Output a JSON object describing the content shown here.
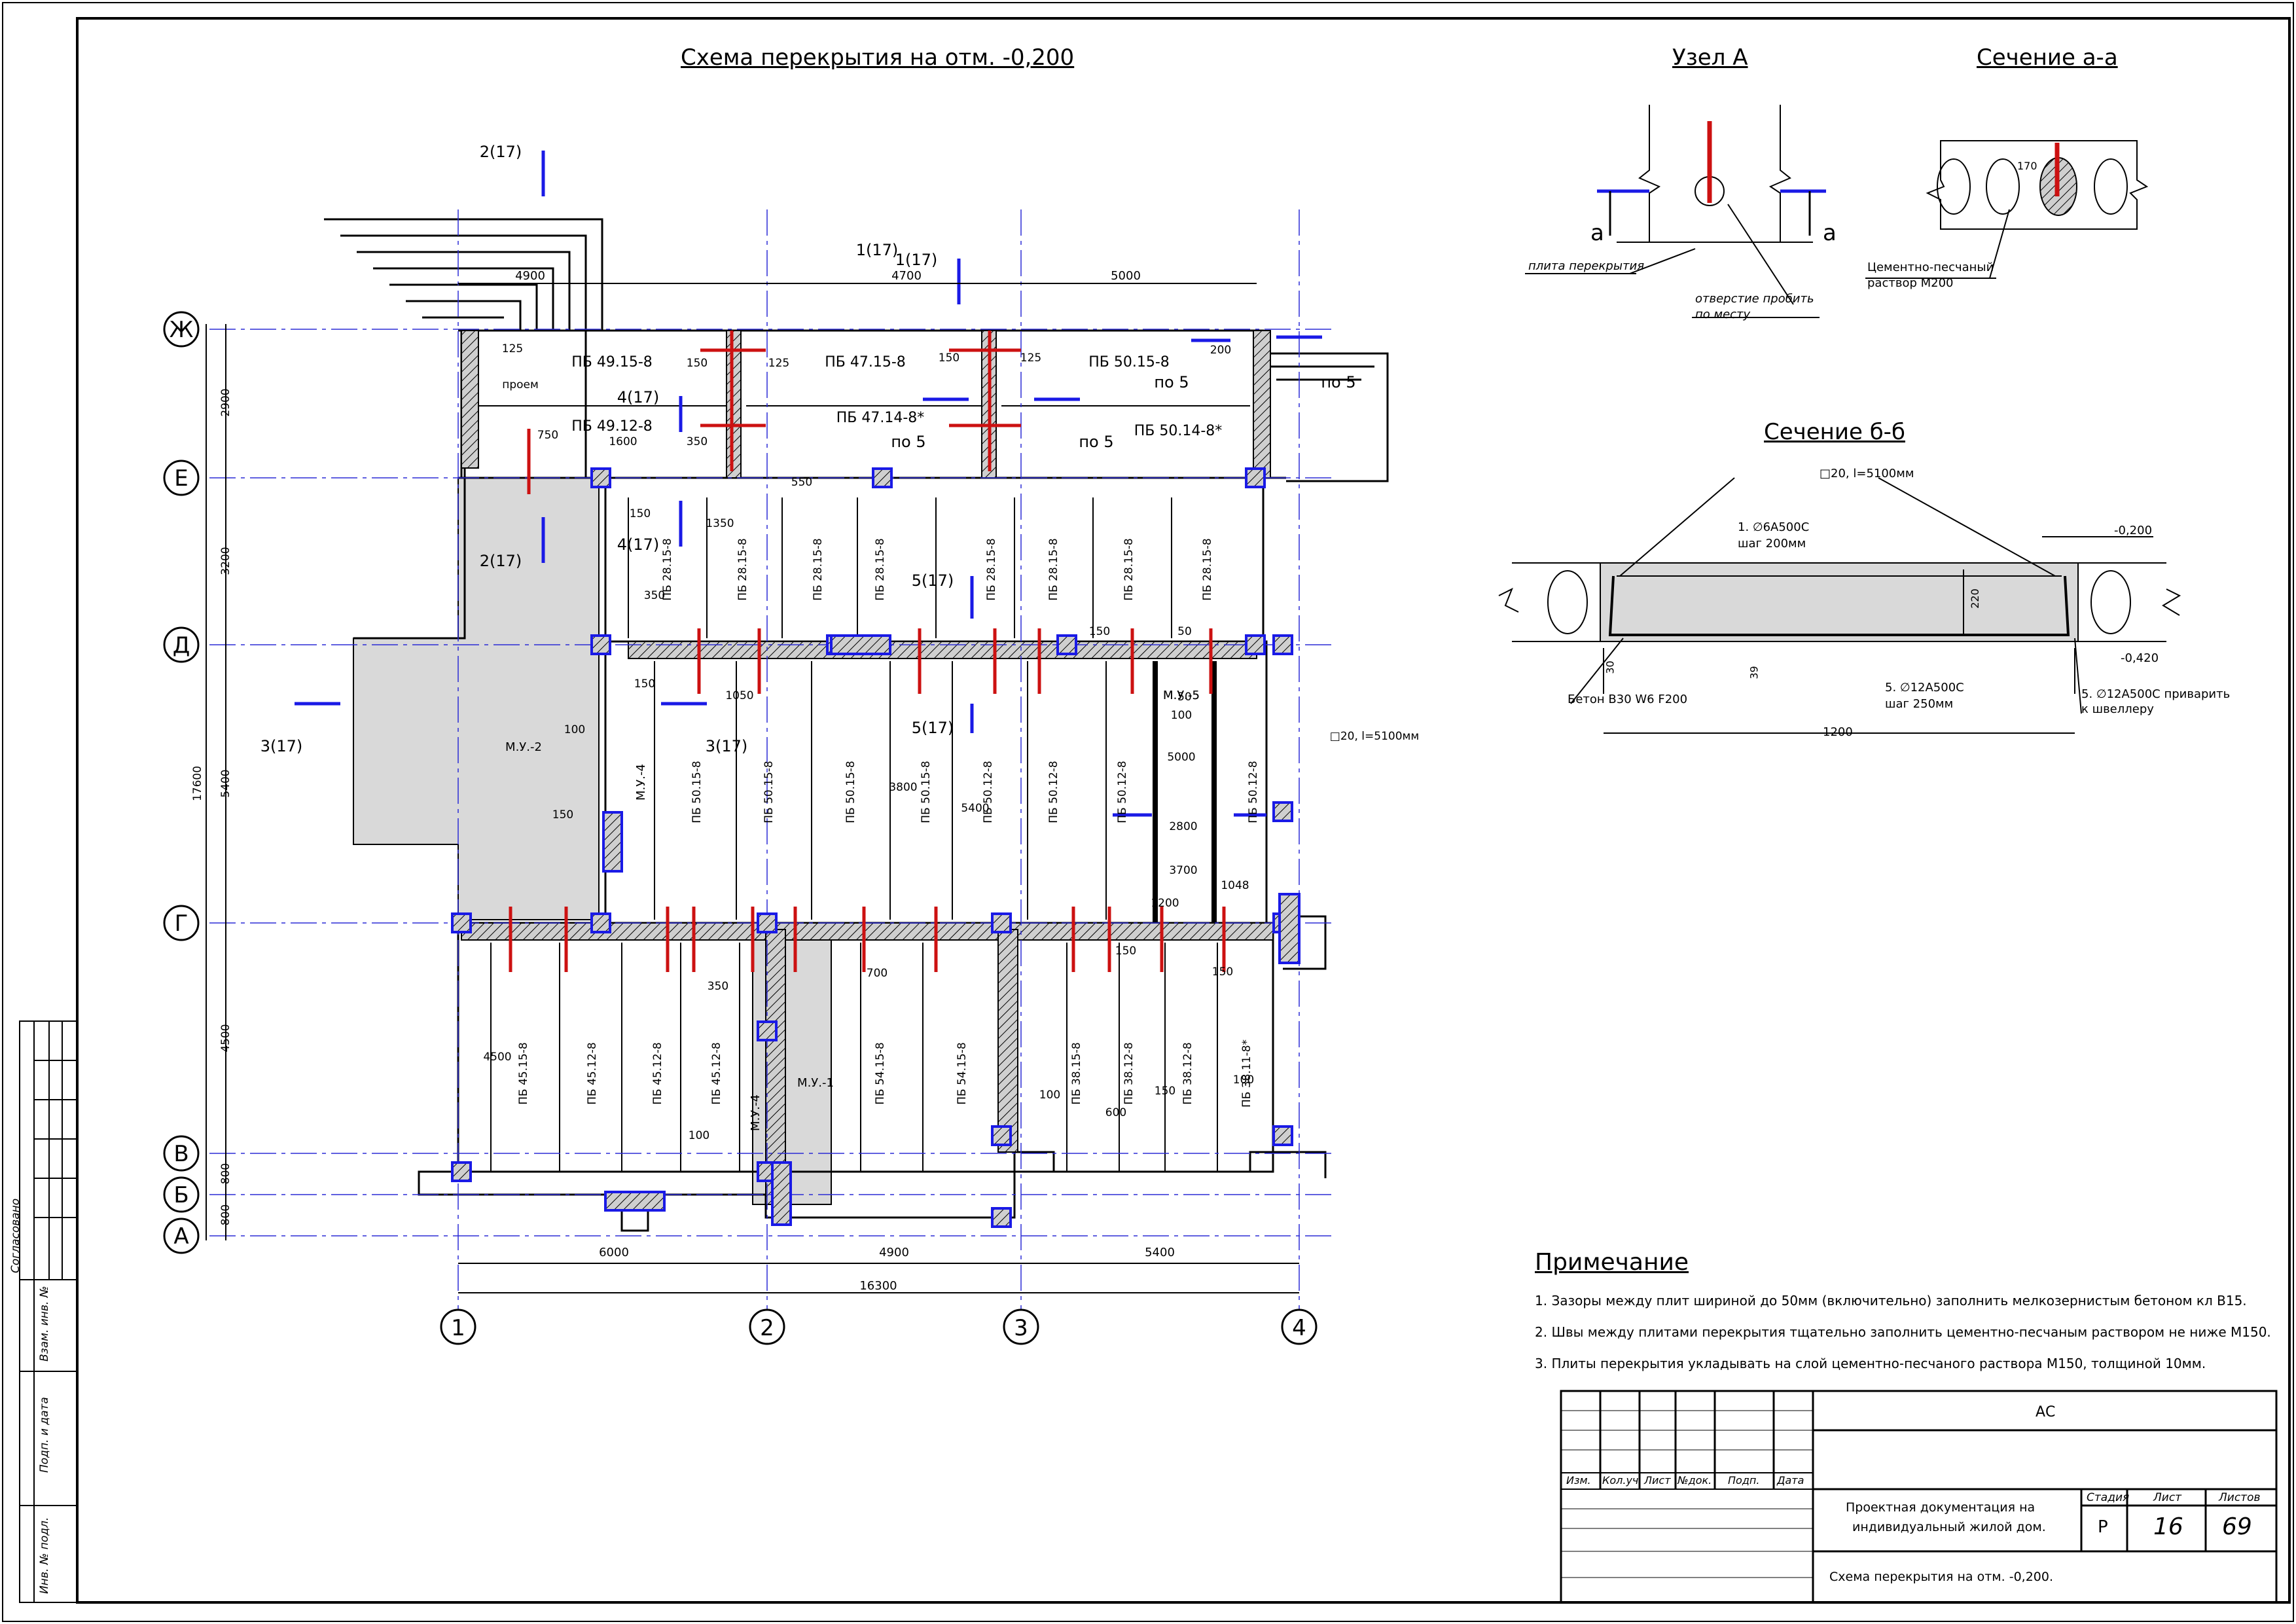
{
  "titles": {
    "main": "Схема перекрытия на отм. -0,200",
    "node_a": "Узел А",
    "section_aa": "Сечение а-а",
    "section_bb": "Сечение б-б"
  },
  "axes": {
    "rows": [
      "Ж",
      "Е",
      "Д",
      "Г",
      "В",
      "Б",
      "А"
    ],
    "cols": [
      "1",
      "2",
      "3",
      "4"
    ]
  },
  "dims": {
    "top": [
      "4900",
      "4700",
      "5000"
    ],
    "bottom": [
      "6000",
      "4900",
      "5400"
    ],
    "bottom_total": "16300",
    "left": [
      "2900",
      "3200",
      "5400",
      "4500",
      "800",
      "800"
    ],
    "left_total": "17600"
  },
  "section_marks": [
    "2(17)",
    "2(17)",
    "1(17)",
    "4(17)",
    "4(17)",
    "3(17)",
    "3(17)",
    "5(17)",
    "5(17)",
    "1(17)"
  ],
  "slabs": {
    "row1": [
      "ПБ 49.15-8",
      "ПБ 47.15-8",
      "ПБ 50.15-8"
    ],
    "row1b": [
      "ПБ 49.12-8",
      "ПБ 47.14-8*",
      "ПБ 50.14-8*"
    ],
    "row2": [
      "ПБ 28.15-8",
      "ПБ 28.15-8",
      "ПБ 28.15-8",
      "ПБ 28.15-8",
      "ПБ 28.15-8",
      "ПБ 28.15-8",
      "ПБ 28.15-8",
      "ПБ 28.15-8"
    ],
    "row3": [
      "ПБ 50.15-8",
      "ПБ 50.15-8",
      "ПБ 50.15-8",
      "ПБ 50.15-8",
      "ПБ 50.12-8",
      "ПБ 50.12-8",
      "ПБ 50.12-8",
      "ПБ 50.12-8"
    ],
    "row4": [
      "ПБ 45.15-8",
      "ПБ 45.12-8",
      "ПБ 45.12-8",
      "ПБ 45.12-8",
      "ПБ 54.15-8",
      "ПБ 54.15-8",
      "ПБ 38.15-8",
      "ПБ 38.12-8",
      "ПБ 38.12-8",
      "ПБ 38.11-8*"
    ]
  },
  "labels": {
    "mu": [
      "М.У.-2",
      "М.У.-4",
      "М.У.-5",
      "М.У.-5",
      "М.У.-4",
      "М.У.-1"
    ],
    "opening": "проем",
    "po5": "по 5",
    "channel": "□20, l=5100мм",
    "small": [
      "125",
      "150",
      "125",
      "150",
      "125",
      "200",
      "750",
      "1600",
      "350",
      "550",
      "150",
      "100",
      "150",
      "1350",
      "350",
      "1050",
      "50",
      "5400",
      "3800",
      "150",
      "50",
      "100",
      "5000",
      "2800",
      "3700",
      "1200",
      "1048",
      "700",
      "600",
      "100",
      "150",
      "150",
      "150",
      "100",
      "4500",
      "100",
      "350",
      "150"
    ]
  },
  "node_a": {
    "slab": "плита перекрытия",
    "hole": "отверстие пробить по месту",
    "cut": "а"
  },
  "section_aa": {
    "mortar": "Цементно-песчаный раствор М200",
    "dim": "170"
  },
  "section_bb": {
    "top_label": "□20, l=5100мм",
    "rebar1": "1. ∅6А500С",
    "rebar1_step": "шаг 200мм",
    "rebar5": "5. ∅12А500С",
    "rebar5_step": "шаг 250мм",
    "rebar5_weld": "5. ∅12А500С приварить",
    "rebar5_weld2": "к швеллеру",
    "concrete": "Бетон В30 W6 F200",
    "lvl_top": "-0,200",
    "lvl_bot": "-0,420",
    "width": "1200",
    "height": "220",
    "d30": "30",
    "d39": "39"
  },
  "notes": {
    "heading": "Примечание",
    "items": [
      "1. Зазоры между плит шириной до 50мм (включительно) заполнить мелкозернистым бетоном кл В15.",
      "2. Швы между плитами перекрытия тщательно заполнить цементно-песчаным раствором не ниже М150.",
      "3. Плиты перекрытия укладывать на слой цементно-песчаного раствора М150, толщиной 10мм."
    ]
  },
  "stamp": {
    "code": "АС",
    "cols": [
      "Изм.",
      "Кол.уч.",
      "Лист",
      "№док.",
      "Подп.",
      "Дата"
    ],
    "project_line1": "Проектная документация на",
    "project_line2": "индивидуальный жилой дом.",
    "stage_h": "Стадия",
    "sheet_h": "Лист",
    "sheets_h": "Листов",
    "stage": "Р",
    "sheet": "16",
    "sheets": "69",
    "drawing": "Схема перекрытия на отм. -0,200."
  },
  "side": {
    "agreed": "Согласовано",
    "inv_new": "Взам. инв. №",
    "sign_date": "Подп. и дата",
    "inv_orig": "Инв. № подл."
  },
  "colors": {
    "axis": "#2b2bd6",
    "column": "#1a1ae6",
    "mark_red": "#cc1111",
    "fill_grey": "#d9d9d9"
  }
}
